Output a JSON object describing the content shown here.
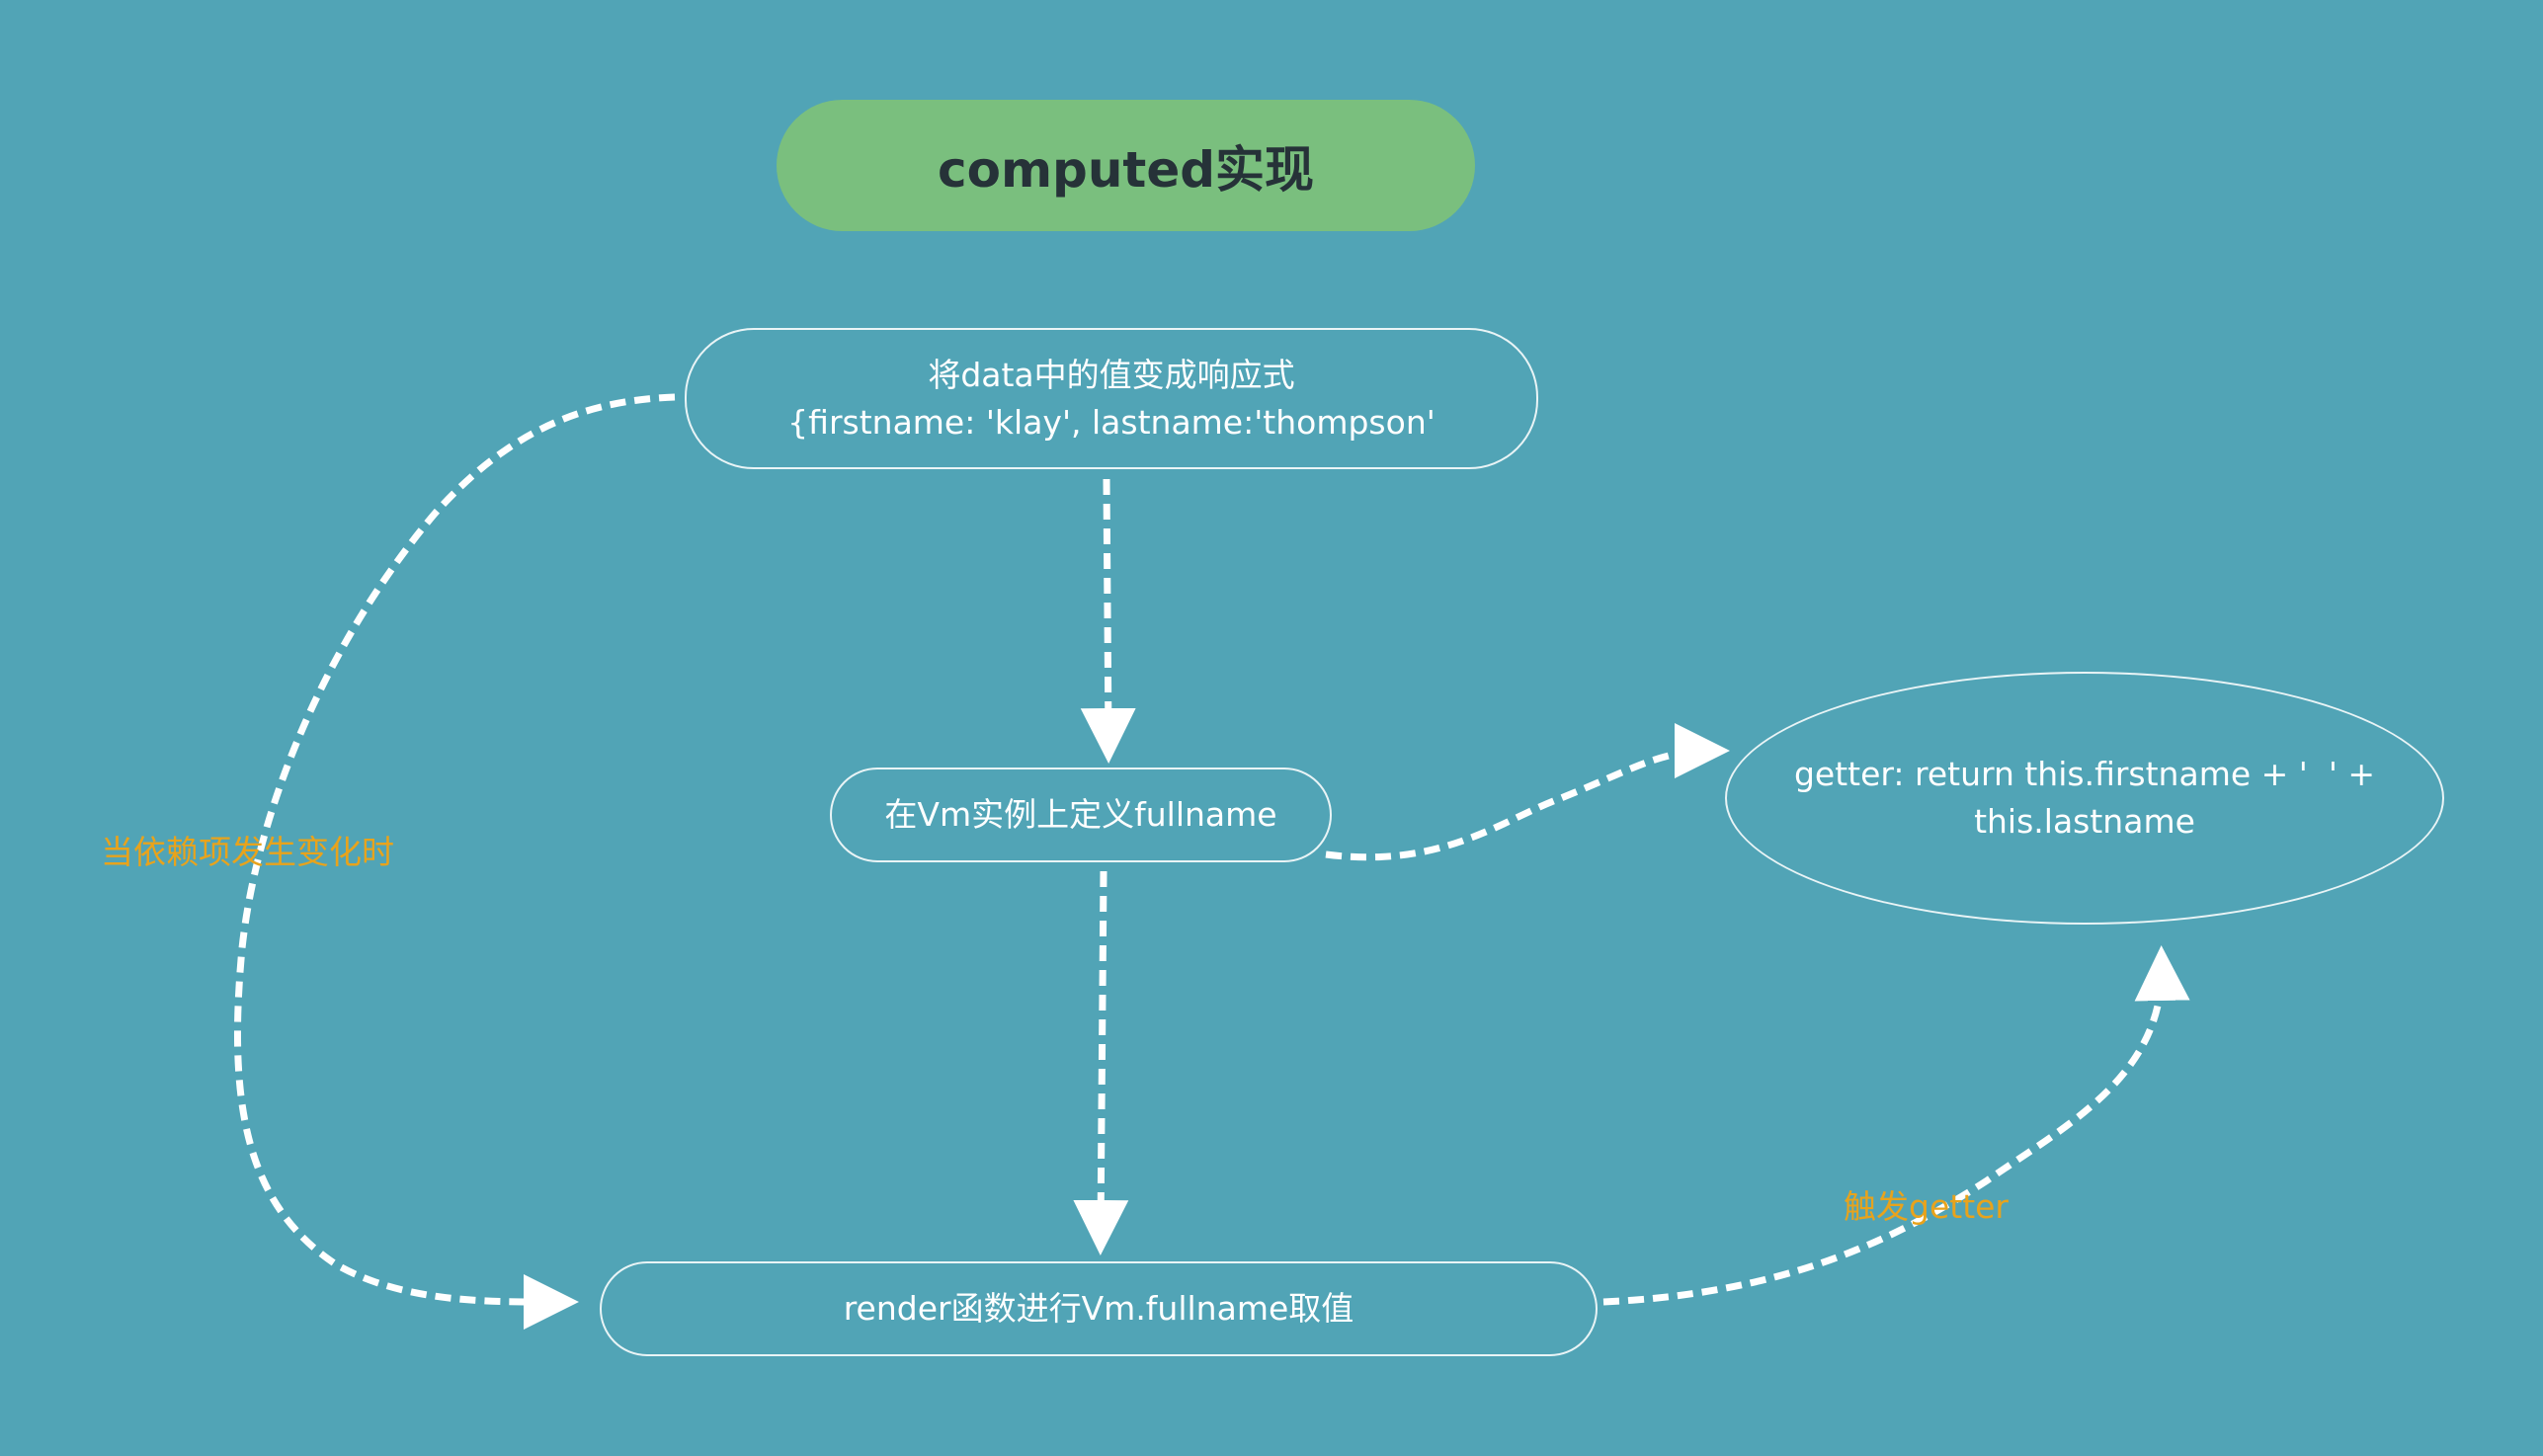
{
  "title": "computed实现",
  "nodes": {
    "data_reactive": {
      "line1": "将data中的值变成响应式",
      "line2": "{firstname: 'klay', lastname:'thompson'"
    },
    "define_fullname": "在Vm实例上定义fullname",
    "render_access": "render函数进行Vm.fullname取值",
    "getter": {
      "line1": "getter: return this.firstname + '  ' +",
      "line2": "this.lastname"
    }
  },
  "edge_labels": {
    "dependency_change": "当依赖项发生变化时",
    "trigger_getter": "触发getter"
  },
  "colors": {
    "background": "#51a4b6",
    "title_fill": "#7abf7e",
    "title_text": "#263238",
    "node_border": "#e9f4f6",
    "node_text": "#ffffff",
    "edge": "#ffffff",
    "edge_label": "#e8a31c"
  }
}
